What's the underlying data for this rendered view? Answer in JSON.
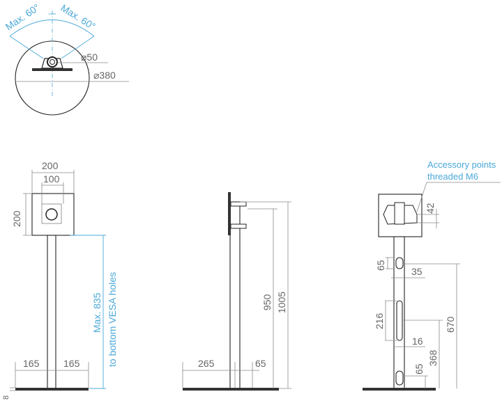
{
  "top_view": {
    "angle_left": "Max. 60°",
    "angle_right": "Max. 60°",
    "pole_diameter": "⌀50",
    "base_diameter": "⌀380"
  },
  "front_view": {
    "plate_width": "200",
    "vesa_spacing": "100",
    "plate_height": "200",
    "max_height_line1": "Max. 835",
    "max_height_line2": "to bottom VESA holes",
    "base_left": "165",
    "base_right": "165",
    "base_thickness": "8"
  },
  "side_view": {
    "height_vesa": "950",
    "height_total": "1005",
    "base_front": "265",
    "base_back": "65"
  },
  "rear_view": {
    "accessory_line1": "Accessory points",
    "accessory_line2": "threaded M6",
    "accessory_spacing": "42",
    "slot_top_height": "65",
    "slot_width": "35",
    "top_slot_height_from_floor": "670",
    "long_slot_height": "216",
    "long_slot_width": "16",
    "long_slot_center_height": "368",
    "slot_bottom_height": "65"
  },
  "colors": {
    "accent": "#4aa8d8",
    "dimension": "#8a8a8a",
    "outline": "#222222"
  }
}
